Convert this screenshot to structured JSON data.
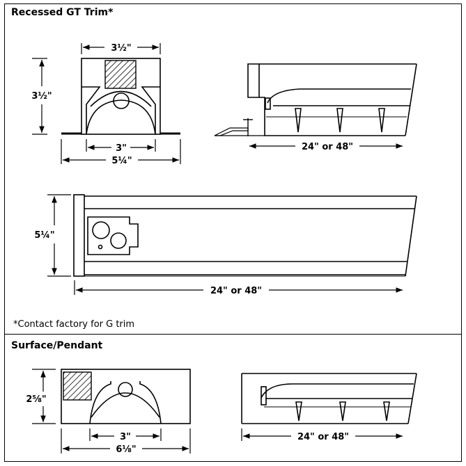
{
  "sections": {
    "recessed": {
      "title": "Recessed GT Trim*",
      "note": "*Contact factory for G trim"
    },
    "surface": {
      "title": "Surface/Pendant"
    }
  },
  "dimensions": {
    "recessed_end_width": "3½\"",
    "recessed_end_height": "3½\"",
    "recessed_lens_width": "3\"",
    "recessed_flange_width": "5¼\"",
    "recessed_side_length": "24\" or 48\"",
    "recessed_plan_height": "5¼\"",
    "recessed_plan_length": "24\" or 48\"",
    "surface_end_height": "2⅝\"",
    "surface_lens_width": "3\"",
    "surface_end_width": "6⅛\"",
    "surface_side_length": "24\" or 48\""
  }
}
